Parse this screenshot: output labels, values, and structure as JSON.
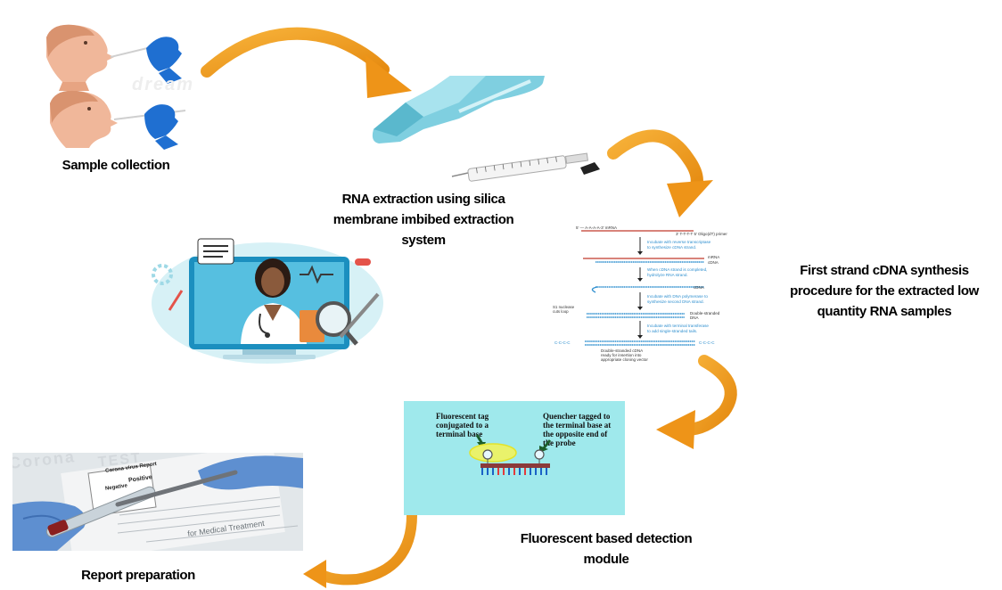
{
  "steps": {
    "sample_collection": "Sample collection",
    "rna_extraction": [
      "RNA extraction using silica",
      "membrane imbibed extraction",
      "system"
    ],
    "cdna_synthesis": [
      "First strand cDNA synthesis",
      "procedure for the extracted low",
      "quantity RNA  samples"
    ],
    "detection": [
      "Fluorescent based detection",
      "module"
    ],
    "report": "Report preparation"
  },
  "watermark": "dream",
  "cdna_figure": {
    "top_strand": "5'  — A-A-A-A-3' mRNA",
    "primer": "3' T-T-T-T 5' Oligo(dT) primer",
    "step1": [
      "Incubate with reverse transcriptase",
      "to synthesize cDNA strand."
    ],
    "label_mrna": "mRNA",
    "label_cdna": "cDNA",
    "step2": [
      "When cDNA strand is completed,",
      "hydrolyze RNA strand."
    ],
    "label_cdna2": "cDNA",
    "step3": [
      "Incubate with DNA polymerase to",
      "synthesize second DNA strand."
    ],
    "s1": [
      "S1 nuclease",
      "cuts loop"
    ],
    "label_ds": [
      "Double-stranded",
      "DNA"
    ],
    "step4": [
      "Incubate with terminal transferase",
      "to add single-stranded tails."
    ],
    "tail_left": "C-C-C-C",
    "tail_right": "C-C-C-C",
    "final": [
      "Double-stranded cDNA",
      "ready for insertion into",
      "appropriate cloning vector"
    ]
  },
  "probe_figure": {
    "left_label": [
      "Fluorescent tag",
      "conjugated to a",
      "terminal base"
    ],
    "right_label": [
      "Quencher tagged to",
      "the terminal base at",
      "the opposite end of",
      "the probe"
    ]
  },
  "report_image": {
    "title": "Corona virus Report",
    "option_negative": "Negative",
    "option_positive": "Positive",
    "form_text": "Corona",
    "test_text": "TEST",
    "footer_text": "for Medical Treatment"
  },
  "colors": {
    "arrow": "#f29b1c",
    "arrow_dark": "#e0850a",
    "probe_bg": "#9fe9ec",
    "accent_blue": "#2e8fcf"
  }
}
